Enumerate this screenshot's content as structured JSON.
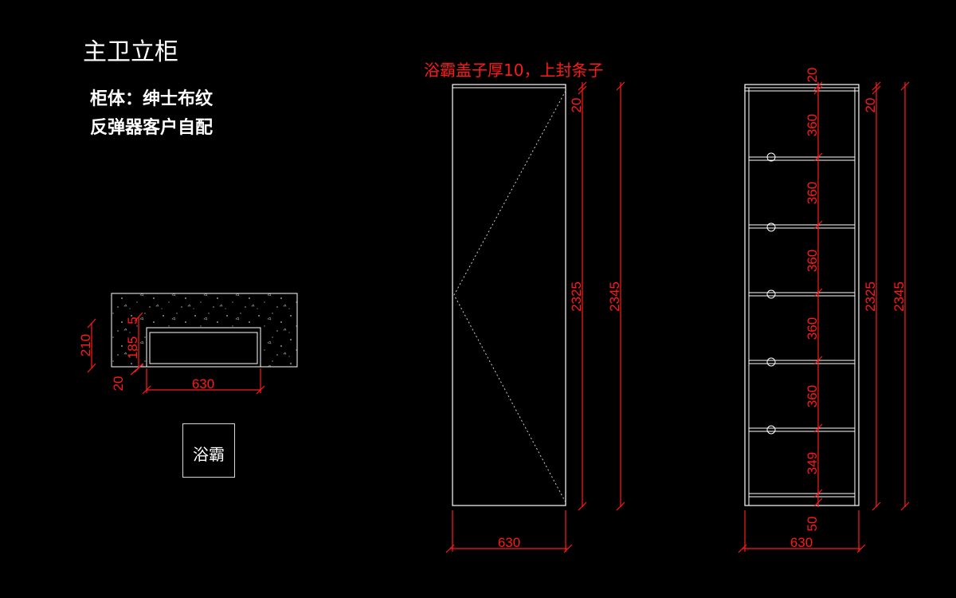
{
  "title": "主卫立柜",
  "specs": {
    "material": "柜体：绅士布纹",
    "hardware": "反弹器客户自配"
  },
  "note": "浴霸盖子厚10，上封条子",
  "heater_label": "浴霸",
  "colors": {
    "background": "#000000",
    "outline": "#ffffff",
    "dimension": "#ff1a1a"
  },
  "plan_dims": {
    "depth": "210",
    "inner": "185",
    "gap": "5",
    "edge": "20",
    "width": "630"
  },
  "front_dims": {
    "top": "20",
    "inner_height": "2325",
    "total_height": "2345",
    "width": "630"
  },
  "section_dims": {
    "top": "20",
    "shelves": [
      "360",
      "360",
      "360",
      "360",
      "360",
      "349"
    ],
    "base": "50",
    "inner_height": "2325",
    "total_height": "2345",
    "width": "630",
    "top_right": "20"
  }
}
